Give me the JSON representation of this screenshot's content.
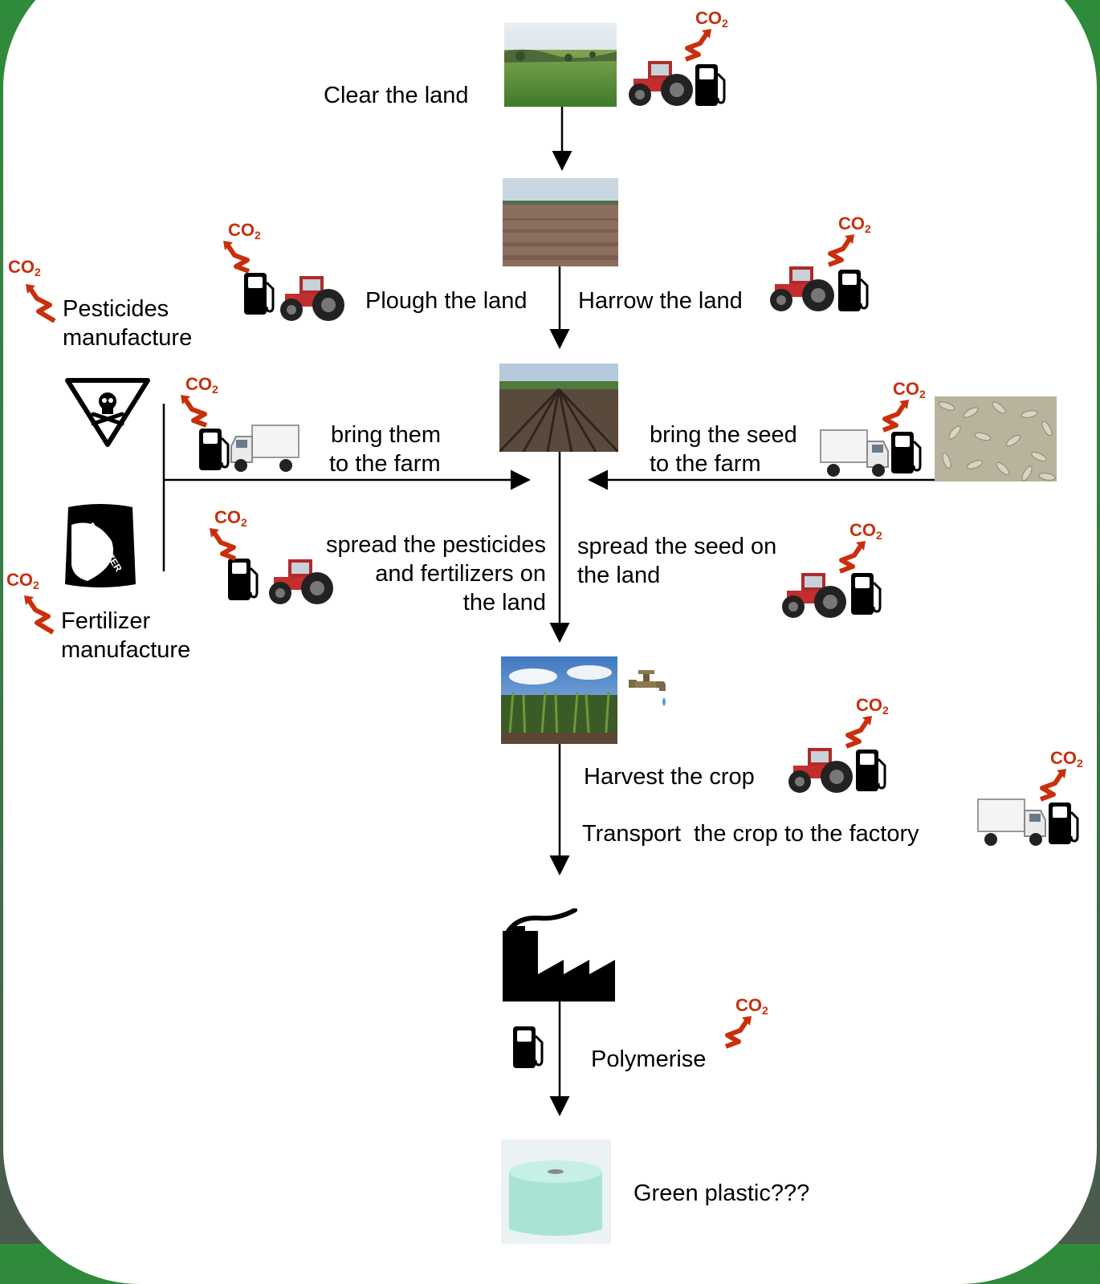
{
  "steps": {
    "clear": "Clear the land",
    "plough": "Plough the land",
    "harrow": "Harrow the land",
    "pesticides_line1": "Pesticides",
    "pesticides_line2": "manufacture",
    "fertilizer_line1": "Fertilizer",
    "fertilizer_line2": "manufacture",
    "bring_them_line1": "bring them",
    "bring_them_line2": "to the farm",
    "bring_seed_line1": "bring the seed",
    "bring_seed_line2": "to the farm",
    "spread_pest_line1": "spread the pesticides",
    "spread_pest_line2": "and fertilizers on",
    "spread_pest_line3": "the land",
    "spread_seed_line1": "spread the seed on",
    "spread_seed_line2": "the land",
    "harvest": "Harvest the crop",
    "transport": "Transport  the crop to the factory",
    "polymerise": "Polymerise",
    "result": "Green plastic???"
  },
  "co2_label": "CO",
  "co2_sub": "2",
  "fertilizer_bag_text": "FERTILIZER",
  "colors": {
    "co2": "#c8300c",
    "background_green": "#2e8b3a",
    "panel": "#ffffff"
  },
  "icons": [
    "tractor-icon",
    "fuel-pump-icon",
    "truck-icon",
    "water-tap-icon",
    "factory-icon",
    "poison-warning-icon",
    "fertilizer-bag-icon"
  ]
}
